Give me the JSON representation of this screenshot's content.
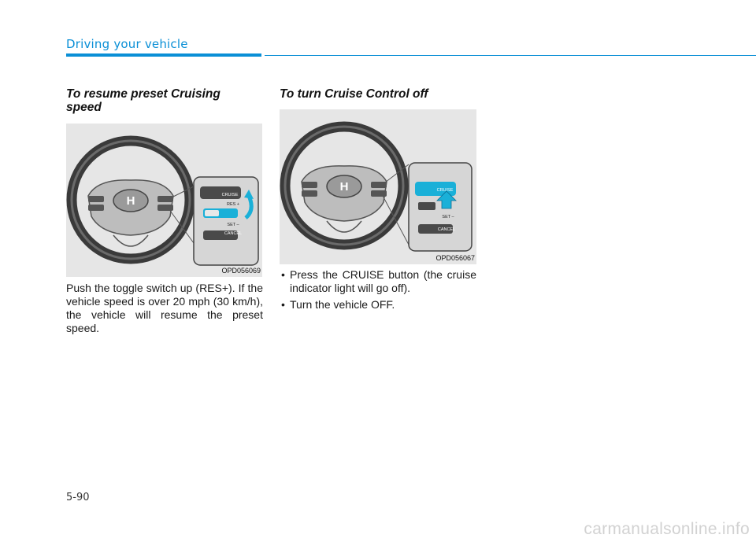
{
  "header": {
    "section_title": "Driving your vehicle"
  },
  "left": {
    "heading": "To resume preset Cruising speed",
    "figure": {
      "code": "OPD056069",
      "labels": {
        "cruise": "CRUISE",
        "res": "RES +",
        "set": "SET –",
        "cancel": "CANCEL"
      }
    },
    "body": "Push the toggle switch up (RES+). If the vehicle speed is over 20 mph (30 km/h), the vehicle will resume the preset speed."
  },
  "right": {
    "heading": "To turn Cruise Control off",
    "figure": {
      "code": "OPD056067",
      "labels": {
        "cruise": "CRUISE",
        "set": "SET –",
        "cancel": "CANCEL"
      }
    },
    "bullets": [
      "Press the CRUISE button (the cruise indicator light will go off).",
      "Turn the vehicle OFF."
    ]
  },
  "footer": {
    "page_number": "5-90",
    "watermark": "carmanualsonline.info"
  },
  "colors": {
    "accent": "#0a8fd6",
    "highlight": "#1ab0d8"
  }
}
